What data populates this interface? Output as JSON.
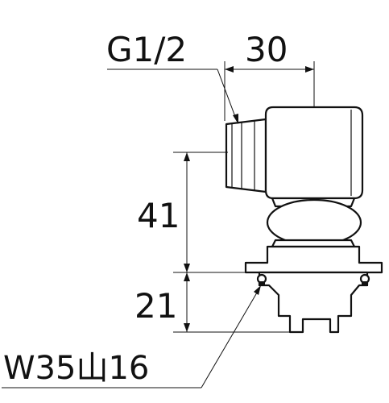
{
  "labels": {
    "thread_spec": "G1/2",
    "width_30": "30",
    "height_41": "41",
    "height_21": "21",
    "nut_spec": "W35山16"
  }
}
